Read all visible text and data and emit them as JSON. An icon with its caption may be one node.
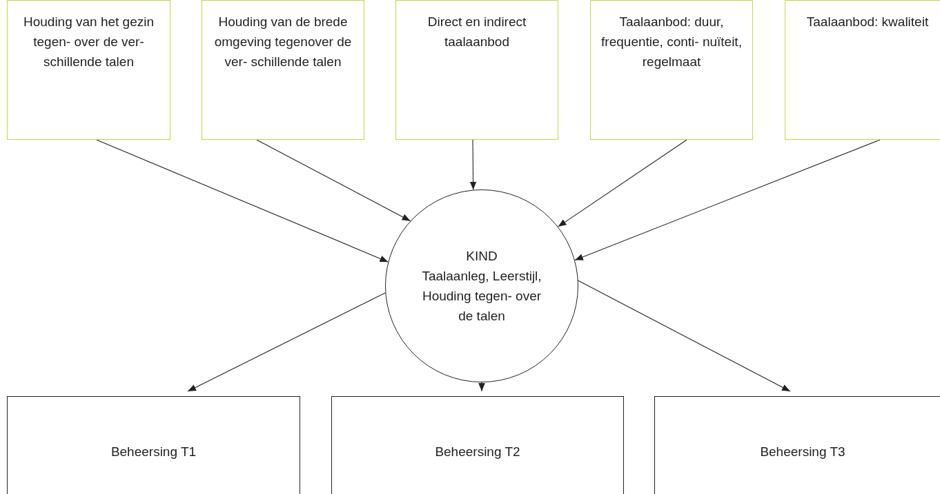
{
  "diagram": {
    "nodes": [
      {
        "text": [
          "Houding van het gezin tegen- over de ver- schillende talen"
        ]
      },
      {
        "text": [
          "Houding van de brede omgeving tegenover de ver- schillende talen"
        ]
      },
      {
        "text": [
          "Direct en indirect taalaanbod"
        ]
      },
      {
        "text": [
          "Taalaanbod: duur, frequentie, conti- nuïteit, regelmaat"
        ]
      },
      {
        "text": [
          "Taalaanbod: kwaliteit"
        ]
      },
      {
        "text": [
          "KIND",
          "Taalaanleg, Leerstijl, Houding tegen- over de talen"
        ]
      },
      {
        "text": [
          "Beheersing T1"
        ]
      },
      {
        "text": [
          "Beheersing T2"
        ]
      },
      {
        "text": [
          "Beheersing T3"
        ]
      }
    ],
    "edges": [
      {
        "from": 0,
        "to": 5,
        "arrow": "to"
      },
      {
        "from": 1,
        "to": 5,
        "arrow": "to"
      },
      {
        "from": 2,
        "to": 5,
        "arrow": "to"
      },
      {
        "from": 3,
        "to": 5,
        "arrow": "to"
      },
      {
        "from": 4,
        "to": 5,
        "arrow": "to"
      },
      {
        "from": 5,
        "to": 6,
        "arrow": "to"
      },
      {
        "from": 5,
        "to": 7,
        "arrow": "to"
      },
      {
        "from": 5,
        "to": 8,
        "arrow": "to"
      }
    ]
  }
}
